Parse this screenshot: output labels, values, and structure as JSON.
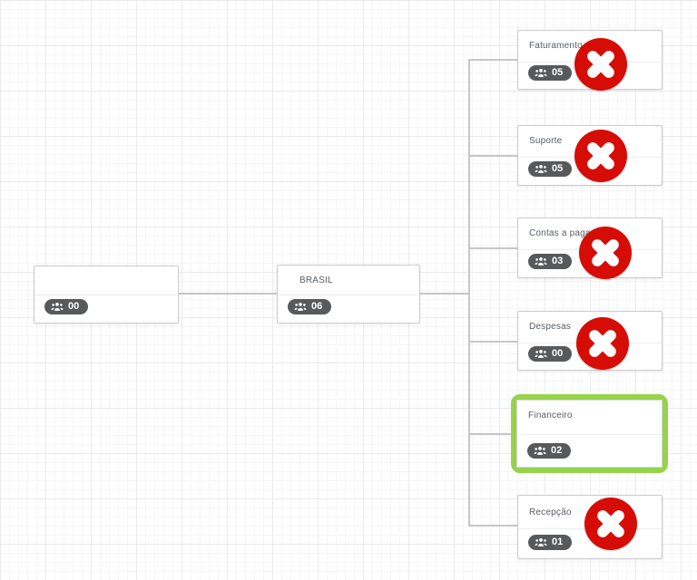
{
  "app": {
    "view": "organization-chart-canvas"
  },
  "colors": {
    "delete_button_red": "#d60d06",
    "selection_highlight_green": "#96d34a",
    "badge_background": "#58595b",
    "badge_text": "#ffffff",
    "connector_gray": "#c6c6c8",
    "node_title_text": "#575c63"
  },
  "icons": {
    "members_badge": "users-group-icon",
    "delete_node": "x-circle-icon"
  },
  "nodes": [
    {
      "title": "",
      "count": "00",
      "has_delete": false,
      "selected": false
    },
    {
      "title": "BRASIL",
      "count": "06",
      "has_delete": false,
      "selected": false
    },
    {
      "title": "Faturamento",
      "count": "05",
      "has_delete": true,
      "selected": false
    },
    {
      "title": "Suporte",
      "count": "05",
      "has_delete": true,
      "selected": false
    },
    {
      "title": "Contas a pagar",
      "count": "03",
      "has_delete": true,
      "selected": false
    },
    {
      "title": "Despesas",
      "count": "00",
      "has_delete": true,
      "selected": false
    },
    {
      "title": "Financeiro",
      "count": "02",
      "has_delete": false,
      "selected": true
    },
    {
      "title": "Recepção",
      "count": "01",
      "has_delete": true,
      "selected": false
    }
  ]
}
